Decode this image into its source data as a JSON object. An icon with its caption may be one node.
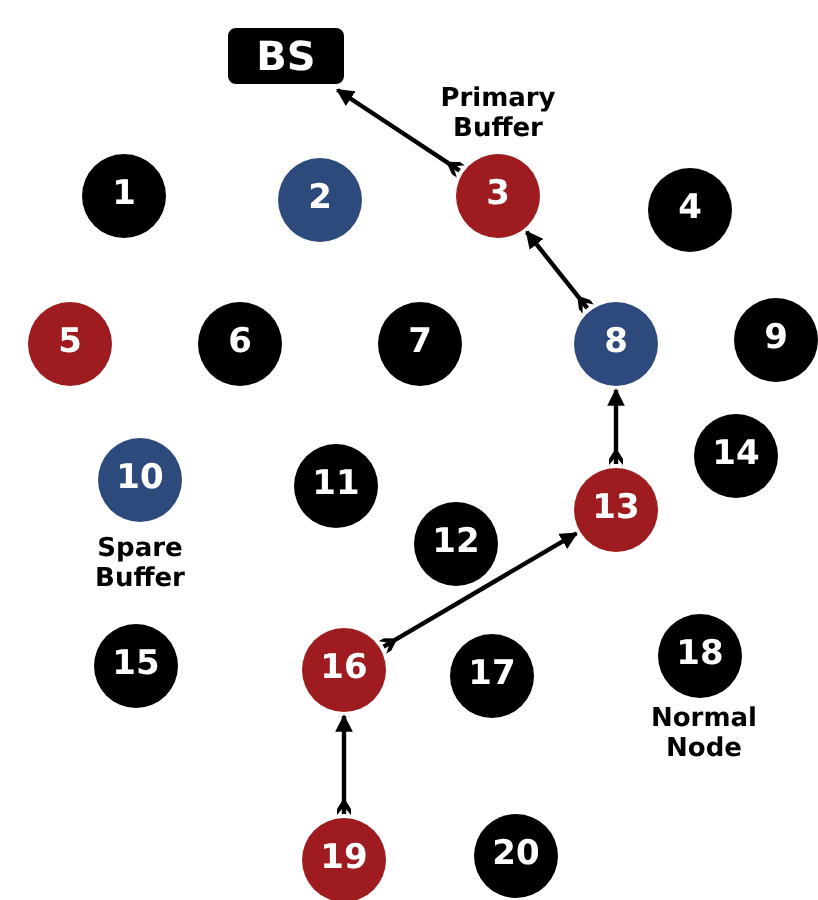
{
  "diagram": {
    "nodes": [
      {
        "text": [
          "BS"
        ]
      },
      {
        "text": [
          "1"
        ]
      },
      {
        "text": [
          "2"
        ]
      },
      {
        "text": [
          "3"
        ],
        "beside": [
          "Primary Buffer"
        ]
      },
      {
        "text": [
          "4"
        ]
      },
      {
        "text": [
          "5"
        ]
      },
      {
        "text": [
          "6"
        ]
      },
      {
        "text": [
          "7"
        ]
      },
      {
        "text": [
          "8"
        ]
      },
      {
        "text": [
          "9"
        ]
      },
      {
        "text": [
          "10"
        ],
        "beside": [
          "Spare Buffer"
        ]
      },
      {
        "text": [
          "11"
        ]
      },
      {
        "text": [
          "12"
        ]
      },
      {
        "text": [
          "13"
        ]
      },
      {
        "text": [
          "14"
        ]
      },
      {
        "text": [
          "15"
        ]
      },
      {
        "text": [
          "16"
        ]
      },
      {
        "text": [
          "17"
        ]
      },
      {
        "text": [
          "18"
        ],
        "beside": [
          "Normal Node"
        ]
      },
      {
        "text": [
          "19"
        ]
      },
      {
        "text": [
          "20"
        ]
      }
    ],
    "edges": [
      {
        "from": 3,
        "to": 0,
        "arrow": "to"
      },
      {
        "from": 8,
        "to": 3,
        "arrow": "to"
      },
      {
        "from": 13,
        "to": 8,
        "arrow": "to"
      },
      {
        "from": 16,
        "to": 13,
        "arrow": "to"
      },
      {
        "from": 19,
        "to": 16,
        "arrow": "to"
      }
    ]
  }
}
